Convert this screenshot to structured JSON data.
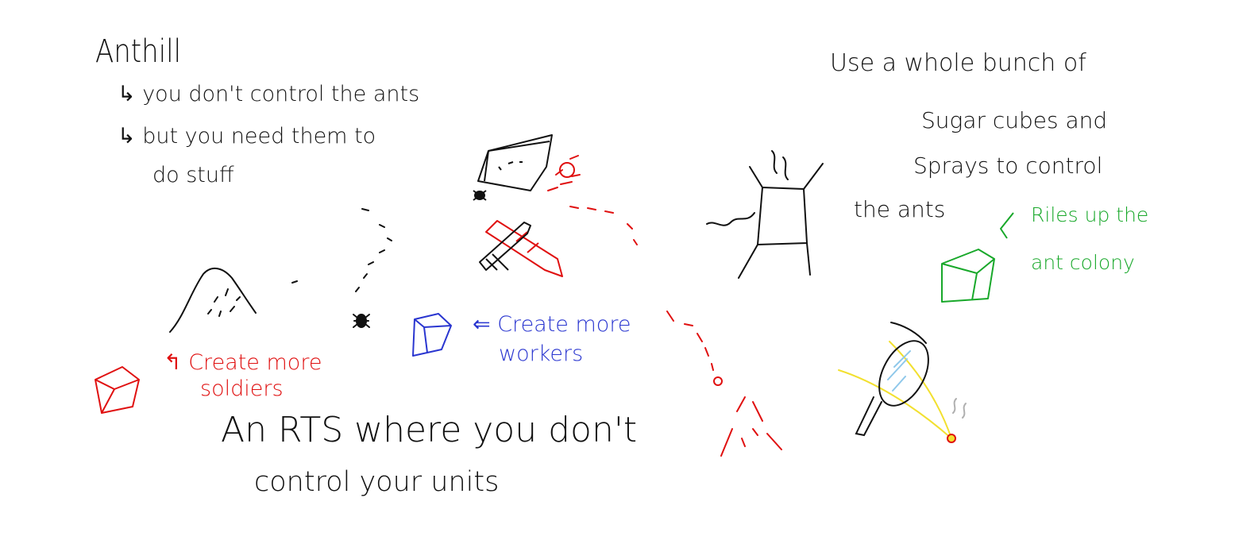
{
  "sketch": {
    "title": "Anthill",
    "notes_left": [
      "↳ you don't control the ants",
      "↳ but you need them to",
      "do stuff"
    ],
    "tagline_line1": "An RTS where you don't",
    "tagline_line2": "control your units",
    "soldiers_line1": "↰ Create more",
    "soldiers_line2": "soldiers",
    "workers_line1": "⇐ Create more",
    "workers_line2": "workers",
    "top_right_line1": "Use a whole bunch of",
    "top_right_line2": "Sugar cubes and",
    "top_right_line3": "Sprays to control",
    "top_right_line4": "the ants",
    "green_line1": "Riles up the",
    "green_line2": "ant colony",
    "colors": {
      "ink": "#111111",
      "red": "#e01010",
      "blue": "#2a36d0",
      "green": "#18a82a",
      "yellow": "#f2e030",
      "light_blue": "#8fc8ea",
      "grey": "#b0b0b0"
    }
  }
}
